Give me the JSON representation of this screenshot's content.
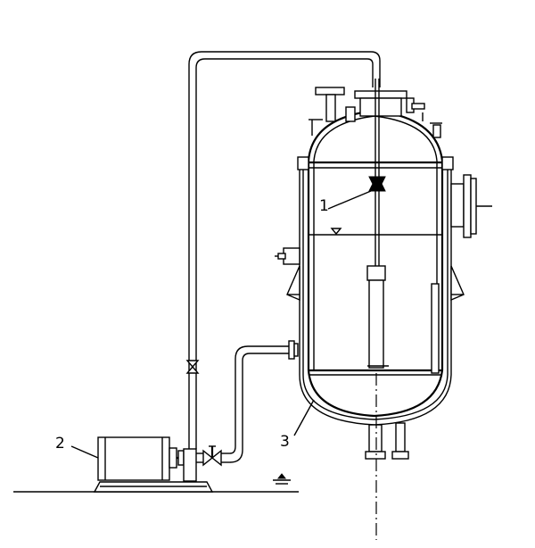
{
  "labels": {
    "item1": "1",
    "item2": "2",
    "item3": "3"
  },
  "colors": {
    "stroke": "#000000",
    "background": "#ffffff"
  }
}
